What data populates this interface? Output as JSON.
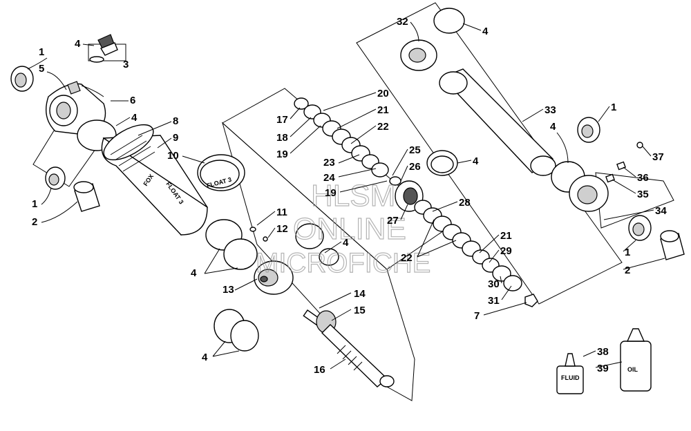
{
  "callouts": [
    {
      "n": "1"
    },
    {
      "n": "5"
    },
    {
      "n": "4"
    },
    {
      "n": "3"
    },
    {
      "n": "6"
    },
    {
      "n": "4"
    },
    {
      "n": "8"
    },
    {
      "n": "9"
    },
    {
      "n": "10"
    },
    {
      "n": "1"
    },
    {
      "n": "2"
    },
    {
      "n": "11"
    },
    {
      "n": "12"
    },
    {
      "n": "4"
    },
    {
      "n": "4"
    },
    {
      "n": "13"
    },
    {
      "n": "4"
    },
    {
      "n": "14"
    },
    {
      "n": "15"
    },
    {
      "n": "16"
    },
    {
      "n": "20"
    },
    {
      "n": "21"
    },
    {
      "n": "22"
    },
    {
      "n": "17"
    },
    {
      "n": "18"
    },
    {
      "n": "19"
    },
    {
      "n": "23"
    },
    {
      "n": "24"
    },
    {
      "n": "19"
    },
    {
      "n": "25"
    },
    {
      "n": "26"
    },
    {
      "n": "4"
    },
    {
      "n": "27"
    },
    {
      "n": "28"
    },
    {
      "n": "21"
    },
    {
      "n": "29"
    },
    {
      "n": "22"
    },
    {
      "n": "30"
    },
    {
      "n": "31"
    },
    {
      "n": "7"
    },
    {
      "n": "32"
    },
    {
      "n": "4"
    },
    {
      "n": "33"
    },
    {
      "n": "4"
    },
    {
      "n": "1"
    },
    {
      "n": "37"
    },
    {
      "n": "36"
    },
    {
      "n": "35"
    },
    {
      "n": "34"
    },
    {
      "n": "1"
    },
    {
      "n": "2"
    },
    {
      "n": "38"
    },
    {
      "n": "39"
    }
  ],
  "bottle_labels": {
    "fluid": "FLUID",
    "oil": "OIL"
  },
  "brand_text": {
    "fox": "FOX",
    "model": "FLOAT 3",
    "band": "FLOAT 3"
  },
  "watermark": {
    "line1": "HLSM",
    "line2": "ONLINE",
    "line3": "MICROFICHE"
  }
}
